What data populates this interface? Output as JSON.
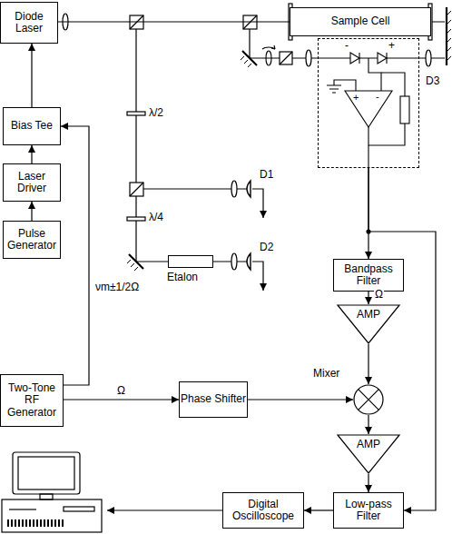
{
  "diagram": {
    "nodes": [
      {
        "text": [
          "Diode Laser"
        ]
      },
      {
        "text": [
          "Sample Cell"
        ]
      },
      {
        "text": [
          "Bias Tee"
        ]
      },
      {
        "text": [
          "D3"
        ]
      },
      {
        "text": [
          "Etalon"
        ]
      },
      {
        "text": [
          "Laser Driver"
        ]
      },
      {
        "text": [
          "Pulse Generator"
        ]
      },
      {
        "text": [
          "Bandpass Filter"
        ]
      },
      {
        "text": [
          "AMP"
        ]
      },
      {
        "text": [
          "Two-Tone RF Generator"
        ]
      },
      {
        "text": [
          "Phase Shifter"
        ]
      },
      {
        "text": [
          "Mixer"
        ]
      },
      {
        "text": [
          "AMP"
        ]
      },
      {
        "text": [
          "Digital Oscilloscope"
        ]
      },
      {
        "text": [
          "Low-pass Filter"
        ]
      }
    ],
    "edges": [
      {
        "from": 0,
        "to": 1,
        "arrow": "none"
      },
      {
        "from": 2,
        "to": 0,
        "arrow": "to"
      },
      {
        "from": 5,
        "to": 2,
        "arrow": "to"
      },
      {
        "from": 6,
        "to": 5,
        "arrow": "to"
      },
      {
        "from": 9,
        "to": 2,
        "label": "νm±1/2Ω",
        "arrow": "to"
      },
      {
        "from": 9,
        "to": 10,
        "label": "Ω",
        "arrow": "to"
      },
      {
        "from": 10,
        "to": 11,
        "arrow": "to"
      },
      {
        "from": 3,
        "to": 7,
        "arrow": "to"
      },
      {
        "from": 7,
        "to": 8,
        "label": "Ω",
        "arrow": "to"
      },
      {
        "from": 8,
        "to": 11,
        "arrow": "to"
      },
      {
        "from": 11,
        "to": 12,
        "arrow": "to"
      },
      {
        "from": 12,
        "to": 14,
        "arrow": "to"
      },
      {
        "from": 3,
        "to": 14,
        "arrow": "to"
      },
      {
        "from": 14,
        "to": 13,
        "arrow": "to"
      }
    ],
    "labels": [
      "λ/2",
      "λ/4",
      "D1",
      "D2",
      "-",
      "+",
      "+",
      "-"
    ]
  }
}
